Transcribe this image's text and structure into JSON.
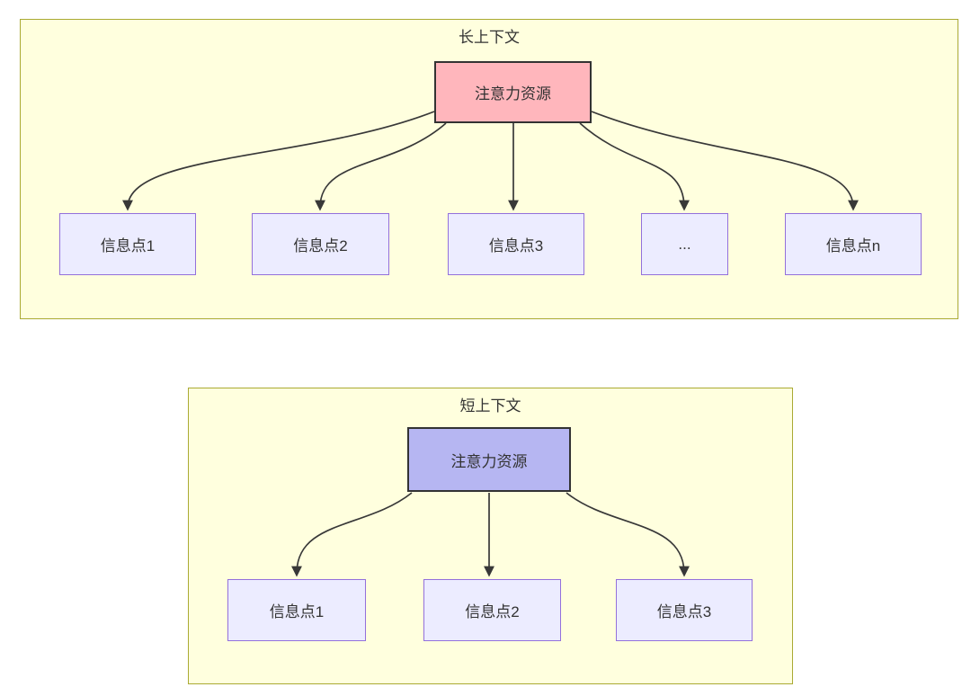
{
  "colors": {
    "container_fill": "#ffffde",
    "container_border": "#aaaa33",
    "node_fill": "#ececff",
    "node_border": "#9370db",
    "attention_long_fill": "#ffb6bc",
    "attention_short_fill": "#b6b6f2",
    "attention_border": "#333333",
    "arrow": "#383838",
    "text": "#333333"
  },
  "long_context": {
    "title": "长上下文",
    "attention_node": "注意力资源",
    "info_nodes": [
      "信息点1",
      "信息点2",
      "信息点3",
      "...",
      "信息点n"
    ]
  },
  "short_context": {
    "title": "短上下文",
    "attention_node": "注意力资源",
    "info_nodes": [
      "信息点1",
      "信息点2",
      "信息点3"
    ]
  }
}
